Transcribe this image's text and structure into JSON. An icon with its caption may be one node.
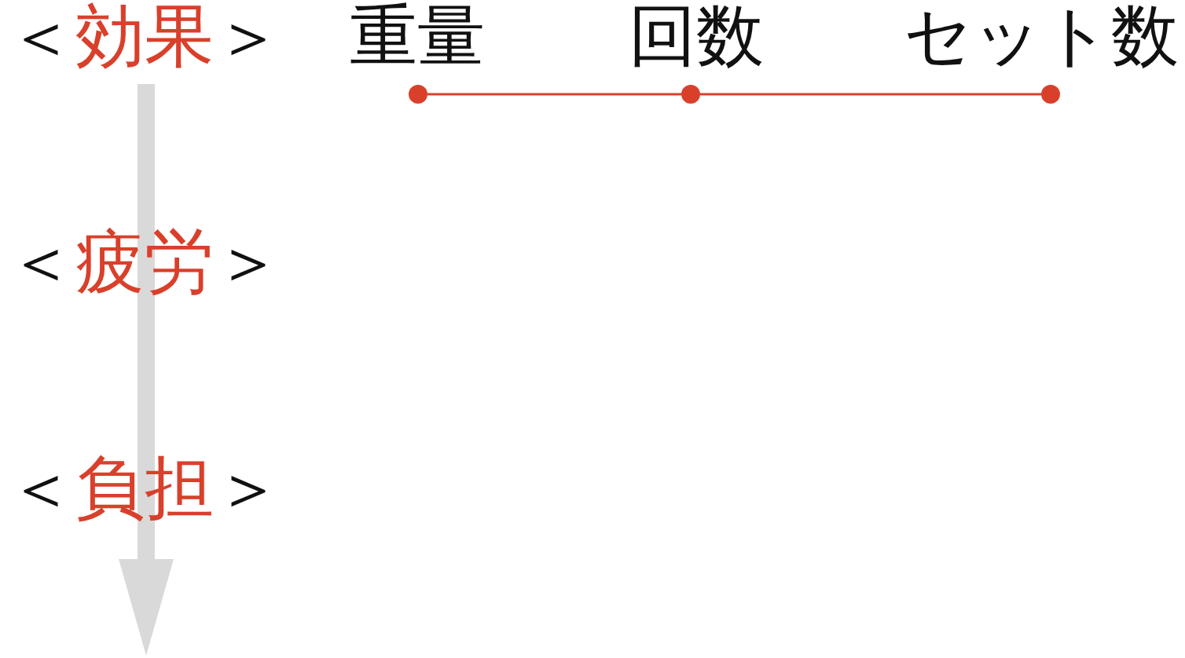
{
  "diagram": {
    "nodes": [
      {
        "text": [],
        "shape": "circle",
        "beside": [
          "重量"
        ]
      },
      {
        "text": [],
        "shape": "circle",
        "beside": [
          "回数"
        ]
      },
      {
        "text": [],
        "shape": "circle",
        "beside": [
          "セット数"
        ]
      }
    ],
    "edges": [
      {
        "from": 0,
        "to": 1,
        "arrow": "none"
      },
      {
        "from": 1,
        "to": 2,
        "arrow": "none"
      }
    ],
    "labels": [
      "＜効果＞",
      "＜疲労＞",
      "＜負担＞"
    ]
  }
}
